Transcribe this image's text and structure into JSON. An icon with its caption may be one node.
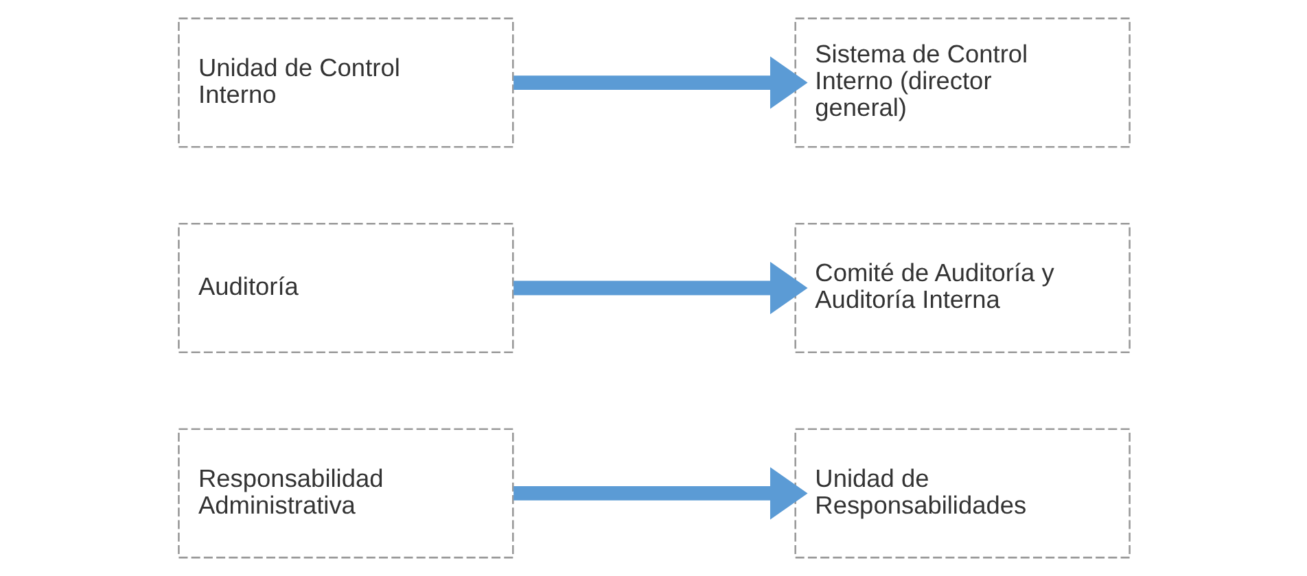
{
  "diagram": {
    "nodes": [
      {
        "text": [
          "Unidad de Control Interno"
        ]
      },
      {
        "text": [
          "Sistema de Control Interno (director general)"
        ]
      },
      {
        "text": [
          "Auditoría"
        ]
      },
      {
        "text": [
          "Comité de Auditoría y Auditoría Interna"
        ]
      },
      {
        "text": [
          "Responsabilidad Administrativa"
        ]
      },
      {
        "text": [
          "Unidad de Responsabilidades"
        ]
      }
    ],
    "edges": [
      {
        "from": 0,
        "to": 1,
        "arrow": "to"
      },
      {
        "from": 2,
        "to": 3,
        "arrow": "to"
      },
      {
        "from": 4,
        "to": 5,
        "arrow": "to"
      }
    ]
  }
}
